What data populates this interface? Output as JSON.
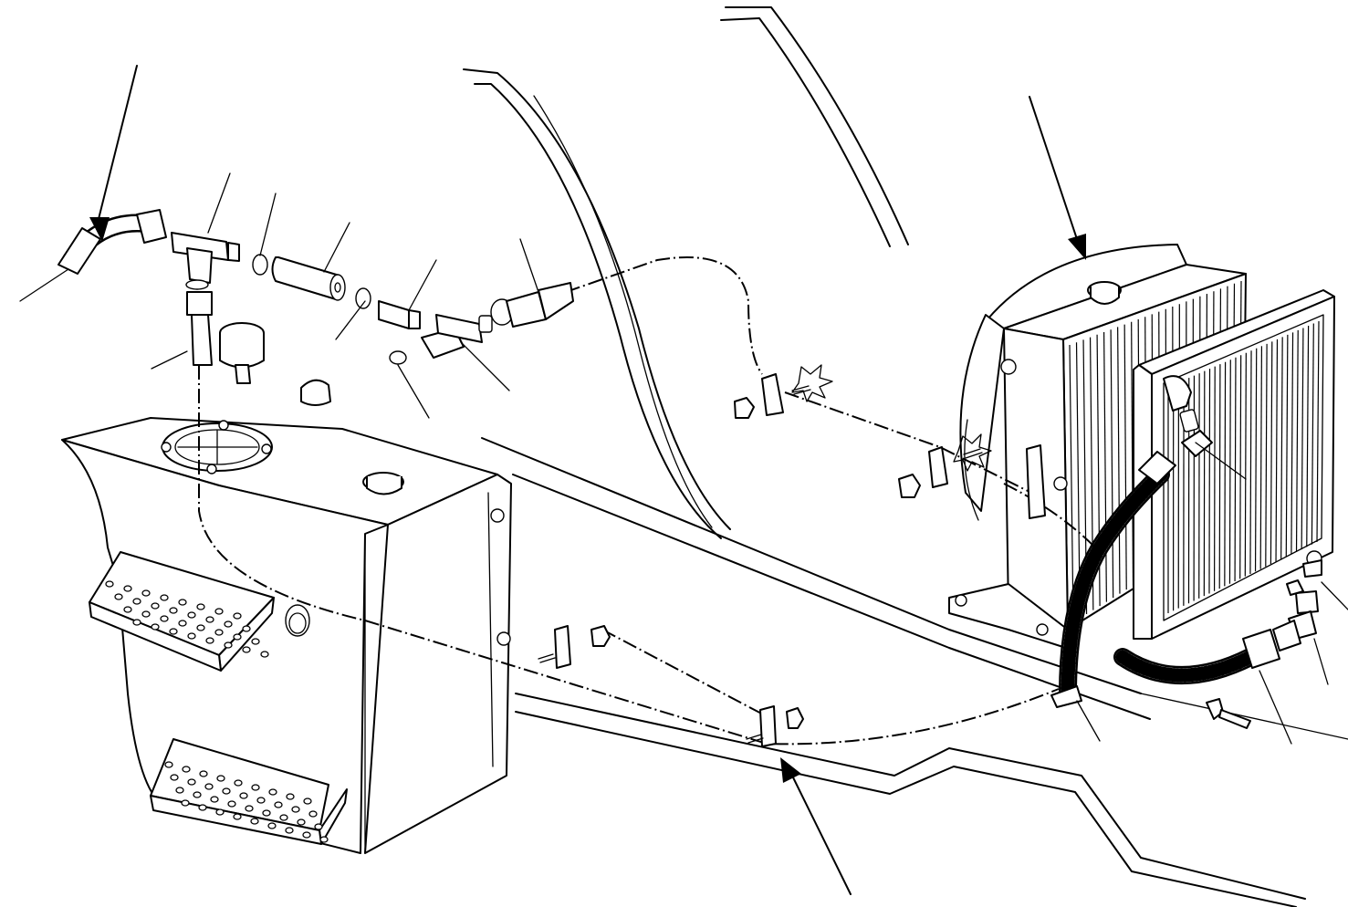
{
  "diagram": {
    "type": "exploded-parts-view",
    "labels": [],
    "callouts": {
      "arrows": [
        "arrow-top-left",
        "arrow-top-right",
        "arrow-bottom"
      ],
      "leader_lines": 14
    },
    "components": [
      "hydraulic-tank",
      "filler-cap",
      "tank-step-upper",
      "tank-step-lower",
      "oil-cooler",
      "radiator",
      "fan-shroud",
      "return-line",
      "tee-fitting",
      "filter-element",
      "o-ring",
      "adapter",
      "elbow",
      "check-valve",
      "hose-clamp",
      "rubber-hose",
      "bolt",
      "nut"
    ],
    "colors": {
      "line": "#000000",
      "background": "#ffffff"
    }
  }
}
